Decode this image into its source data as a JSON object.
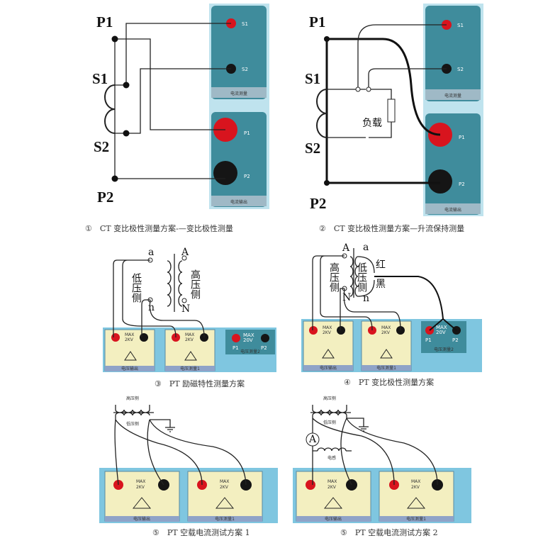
{
  "diagram1": {
    "p1": "P1",
    "s1": "S1",
    "s2": "S2",
    "p2": "P2",
    "jack_s1": "S1",
    "jack_s2": "S2",
    "panel_top": "电流测量",
    "knob_p1": "P1",
    "knob_p2": "P2",
    "panel_bottom": "电流输出",
    "caption": "①　CT 变比极性测量方案-—变比极性测量"
  },
  "diagram2": {
    "p1": "P1",
    "s1": "S1",
    "s2": "S2",
    "p2": "P2",
    "load": "负载",
    "jack_s1": "S1",
    "jack_s2": "S2",
    "panel_top": "电流测量",
    "knob_p1": "P1",
    "knob_p2": "P2",
    "panel_bottom": "电流输出",
    "caption": "②　CT 变比极性测量方案—升流保持测量"
  },
  "diagram3": {
    "a": "a",
    "n": "n",
    "A": "A",
    "N": "N",
    "low": "低压侧",
    "high": "高压侧",
    "max": "MAX",
    "rating": "2KV",
    "rating2": "20V",
    "p1": "P1",
    "p2": "P2",
    "panel1": "电压输出",
    "panel2": "电压测量1",
    "panel3": "电压测量2",
    "caption": "③　PT 励磁特性测量方案"
  },
  "diagram4": {
    "A": "A",
    "N": "N",
    "a": "a",
    "n": "n",
    "high": "高压侧",
    "low": "低压侧",
    "red": "红",
    "black": "黑",
    "max": "MAX",
    "rating": "2KV",
    "rating2": "20V",
    "p1": "P1",
    "p2": "P2",
    "panel1": "电压输出",
    "panel2": "电压测量1",
    "panel3": "电压测量2",
    "caption": "④　PT 变比极性测量方案"
  },
  "diagram5": {
    "high": "高压侧",
    "low": "低压侧",
    "max": "MAX",
    "rating": "2KV",
    "panel1": "电压输出",
    "panel2": "电压测量1",
    "caption": "⑤　PT 空载电流测试方案 1"
  },
  "diagram6": {
    "high": "高压侧",
    "low": "低压侧",
    "ammeter": "A",
    "inductor": "电感",
    "max": "MAX",
    "rating": "2KV",
    "panel1": "电压输出",
    "panel2": "电压测量1",
    "caption": "⑤　PT 空载电流测试方案 2"
  },
  "colors": {
    "panel_teal": "#3f8c9c",
    "panel_blue": "#7fc6e0",
    "panel_yellow": "#f3efc0",
    "jack_red": "#d8141e",
    "jack_black": "#151515"
  }
}
